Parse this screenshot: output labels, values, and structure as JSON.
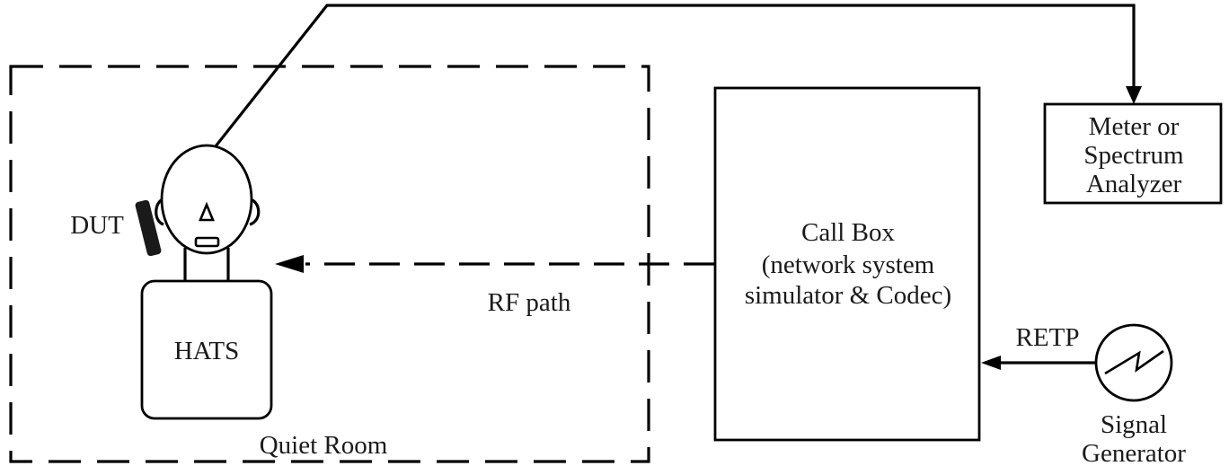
{
  "diagram": {
    "labels": {
      "dut": "DUT",
      "hats": "HATS",
      "quiet_room": "Quiet Room",
      "rf_path": "RF path",
      "call_box": [
        "Call Box",
        "(network system",
        "simulator & Codec)"
      ],
      "meter": [
        "Meter or",
        "Spectrum",
        "Analyzer"
      ],
      "retp": "RETP",
      "signal_generator": [
        "Signal",
        "Generator"
      ]
    },
    "colors": {
      "line": "#000000",
      "text": "#1a1a1a",
      "background": "#ffffff"
    }
  }
}
